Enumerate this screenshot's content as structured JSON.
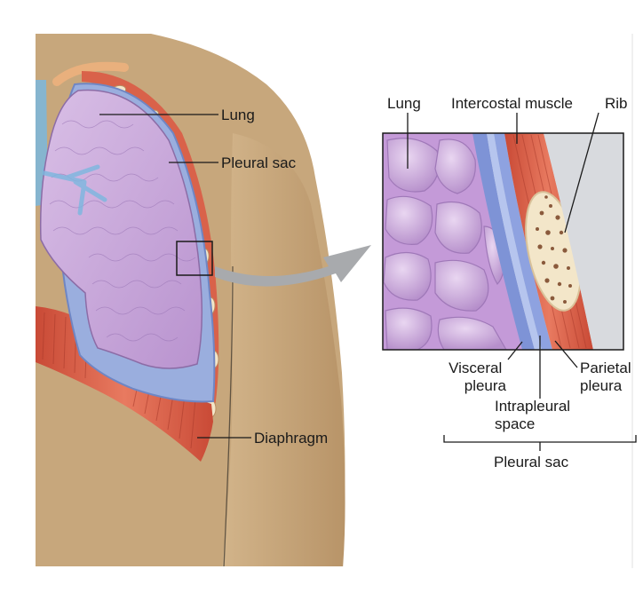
{
  "left_labels": {
    "lung": "Lung",
    "pleural_sac": "Pleural sac",
    "diaphragm": "Diaphragm"
  },
  "inset_labels": {
    "lung": "Lung",
    "intercostal_muscle": "Intercostal muscle",
    "rib": "Rib",
    "visceral_pleura": [
      "Visceral",
      "pleura"
    ],
    "parietal_pleura": [
      "Parietal",
      "pleura"
    ],
    "intrapleural_space": [
      "Intrapleural",
      "space"
    ],
    "pleural_sac": "Pleural sac"
  },
  "colors": {
    "skin": "#c8a97e",
    "lung": "#cda9dc",
    "pleura": "#9aaede",
    "muscle": "#d9624a",
    "bone": "#f3e6c9",
    "arrow": "#a8aaad"
  }
}
